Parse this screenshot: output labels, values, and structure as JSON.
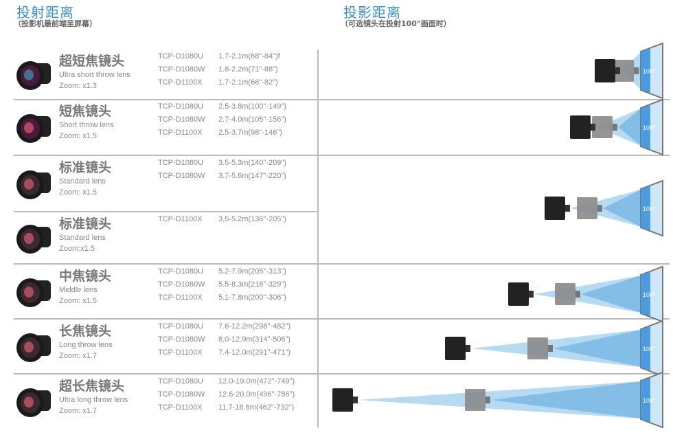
{
  "left_header": {
    "title": "投射距离",
    "subtitle": "（投影机最前端至屏幕）"
  },
  "right_header": {
    "title": "投影距离",
    "subtitle": "（可选镜头在投射100\"画面时）"
  },
  "screen_label": "100\"",
  "colors": {
    "accent": "#3a8fd0",
    "beam_light": "#a9d3ef",
    "beam_mid": "#6fb0e0",
    "screen": "#4a9be0"
  },
  "lenses": [
    {
      "cn": "超短焦镜头",
      "en": "Ultra short throw lens",
      "zoom": "Zoom: x1.3",
      "specs": [
        {
          "model": "TCP-D1080U",
          "dist": "1.7-2.1m(68\"-84\")f"
        },
        {
          "model": "TCP-D1080W",
          "dist": "1.8-2.2m(71\"-88\")"
        },
        {
          "model": "TCP-D1100X",
          "dist": "1.7-2.1m(66\"-82\")"
        }
      ]
    },
    {
      "cn": "短焦镜头",
      "en": "Short throw lens",
      "zoom": "Zoom: x1.5",
      "specs": [
        {
          "model": "TCP-D1080U",
          "dist": "2.5-3.8m(100\"-149\")"
        },
        {
          "model": "TCP-D1080W",
          "dist": "2.7-4.0m(105\"-156\")"
        },
        {
          "model": "TCP-D1100X",
          "dist": "2.5-3.7m(98\"-146\")"
        }
      ]
    },
    {
      "cn": "标准镜头",
      "en": "Standard lens",
      "zoom": "Zoom: x1.5",
      "specs": [
        {
          "model": "TCP-D1080U",
          "dist": "3.5-5.3m(140\"-209\")"
        },
        {
          "model": "TCP-D1080W",
          "dist": "3.7-5.6m(147\"-220\")"
        }
      ]
    },
    {
      "cn": "标准镜头",
      "en": "Standard lens",
      "zoom": "Zoom:x1.5",
      "specs": [
        {
          "model": "TCP-D1100X",
          "dist": "3.5-5.2m(136\"-205\")"
        }
      ]
    },
    {
      "cn": "中焦镜头",
      "en": "Middle lens",
      "zoom": "Zoom: x1.5",
      "specs": [
        {
          "model": "TCP-D1080U",
          "dist": "5.2-7.9m(205\"-313\")"
        },
        {
          "model": "TCP-D1080W",
          "dist": "5.5-8.3m(216\"-329\")"
        },
        {
          "model": "TCP-D1100X",
          "dist": "5.1-7.8m(200\"-306\")"
        }
      ]
    },
    {
      "cn": "长焦镜头",
      "en": "Long throw lens",
      "zoom": "Zoom: x1.7",
      "specs": [
        {
          "model": "TCP-D1080U",
          "dist": "7.6-12.2m(298\"-482\")"
        },
        {
          "model": "TCP-D1080W",
          "dist": "8.0-12.9m(314\"-506\")"
        },
        {
          "model": "TCP-D1100X",
          "dist": "7.4-12.0m(291\"-471\")"
        }
      ]
    },
    {
      "cn": "超长焦镜头",
      "en": "Ultra long throw lens",
      "zoom": "Zoom: x1.7",
      "specs": [
        {
          "model": "TCP-D1080U",
          "dist": "12.0-19.0m(472\"-749\")"
        },
        {
          "model": "TCP-D1080W",
          "dist": "12.6-20.0m(496\"-786\")"
        },
        {
          "model": "TCP-D1100X",
          "dist": "11.7-18.6m(462\"-732\")"
        }
      ]
    }
  ]
}
